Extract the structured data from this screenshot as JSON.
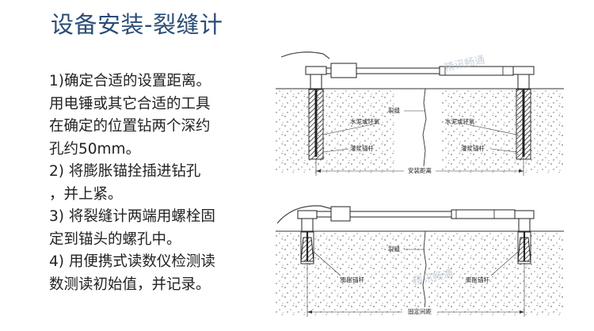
{
  "title": "设备安装-裂缝计",
  "steps": [
    "1)确定合适的设置距离。",
    "用电锤或其它合适的工具",
    "在确定的位置钻两个深约",
    "孔约50mm。",
    "2) 将膨胀锚拴插进钻孔",
    "，并上紧。",
    "3) 将裂缝计两端用螺栓固",
    "定到锚头的螺孔中。",
    "4) 用便携式读数仪检测读",
    "数测读初始值，并记录。"
  ],
  "diagram1": {
    "crack": "裂缝",
    "cement_left": "水泥或环氧",
    "cement_right": "水泥或环氧",
    "grout_left": "灌浆锚杆",
    "grout_right": "灌浆锚杆",
    "distance": "安装距离"
  },
  "diagram2": {
    "crack": "裂缝",
    "anchor_left": "膨胀锚杆",
    "anchor_right": "膨胀锚杆",
    "distance": "固定间距"
  },
  "watermark": "精讯畅通"
}
